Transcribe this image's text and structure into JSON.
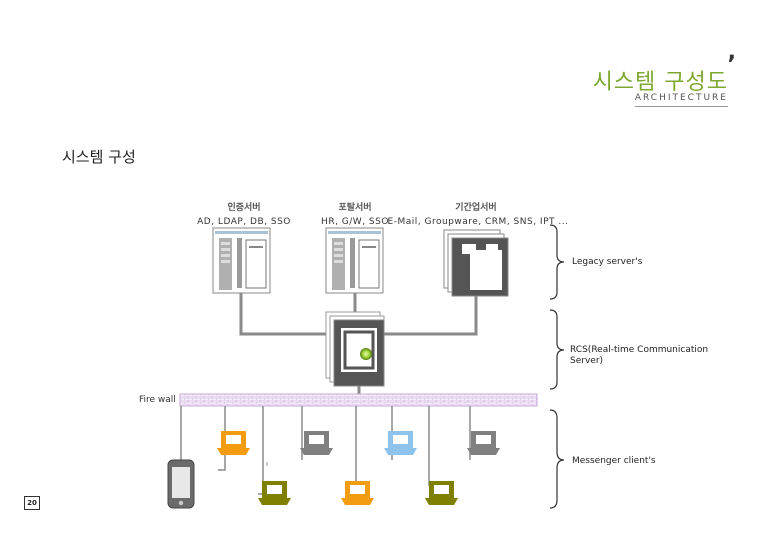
{
  "header": {
    "title": "시스템 구성도",
    "subtitle": "ARCHITECTURE",
    "mark": ","
  },
  "section_title": "시스템 구성",
  "servers": [
    {
      "name": "인증서버",
      "desc": "AD, LDAP, DB, SSO"
    },
    {
      "name": "포탈서버",
      "desc": "HR, G/W, SSO"
    },
    {
      "name": "기간업서버",
      "desc": "E-Mail, Groupware, CRM, SNS, IPT ..."
    }
  ],
  "groups": {
    "legacy": "Legacy server's",
    "rcs": [
      "RCS(Real-time Communication",
      "Server)"
    ],
    "clients": "Messenger client's"
  },
  "firewall_label": "Fire wall",
  "page_number": "20",
  "small_mark": "ı",
  "colors": {
    "title_green": "#7fa830",
    "laptop_orange": "#f39c12",
    "laptop_gray": "#808080",
    "laptop_blue": "#8ec3ec",
    "laptop_olive": "#808000",
    "firewall": "#c9a8d8",
    "line_gray": "#8a8a8a"
  }
}
